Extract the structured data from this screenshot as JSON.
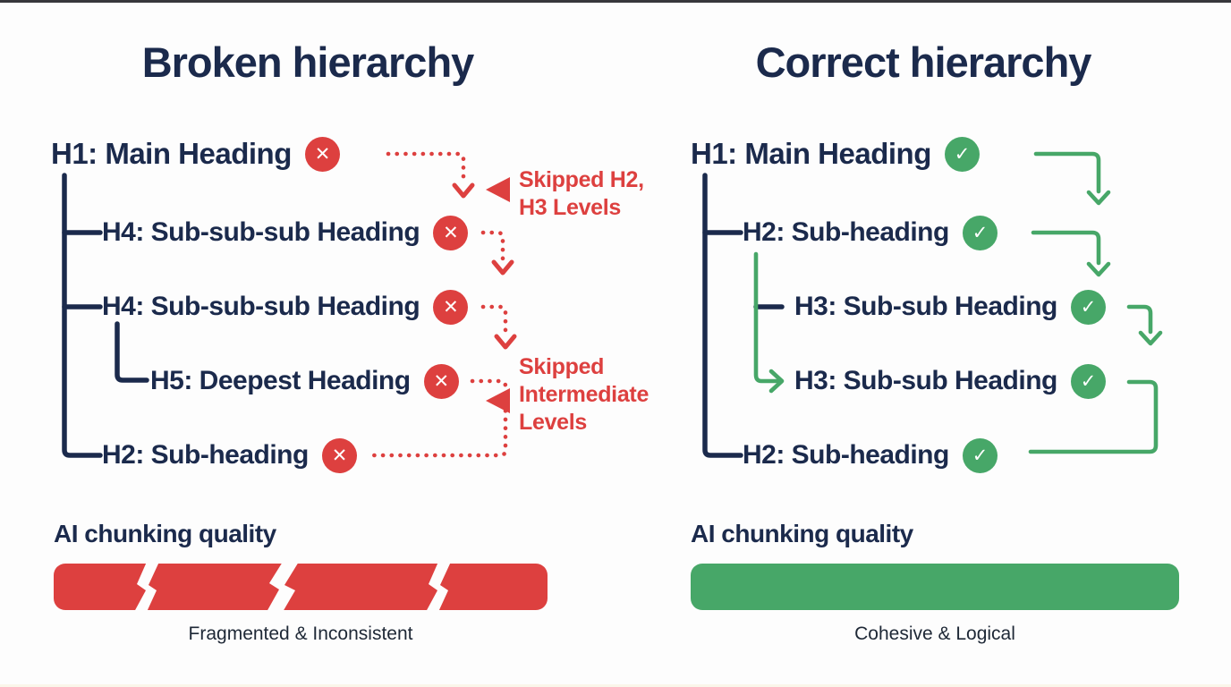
{
  "colors": {
    "navy": "#1b2a4c",
    "red": "#dd403f",
    "green": "#47a768",
    "caption": "#1e2836",
    "bg": "#fdfdfd"
  },
  "icons": {
    "cross": "✕",
    "check": "✓"
  },
  "left": {
    "title": "Broken hierarchy",
    "items": [
      {
        "label": "H1: Main Heading",
        "status": "error"
      },
      {
        "label": "H4: Sub-sub-sub Heading",
        "status": "error"
      },
      {
        "label": "H4: Sub-sub-sub Heading",
        "status": "error"
      },
      {
        "label": "H5: Deepest Heading",
        "status": "error"
      },
      {
        "label": "H2: Sub-heading",
        "status": "error"
      }
    ],
    "annotations": {
      "skip_top": "Skipped H2,\nH3 Levels",
      "skip_mid": "Skipped\nIntermediate\nLevels"
    },
    "quality": {
      "label": "AI chunking quality",
      "caption": "Fragmented & Inconsistent",
      "bar_style": "fragmented"
    }
  },
  "right": {
    "title": "Correct hierarchy",
    "items": [
      {
        "label": "H1: Main Heading",
        "status": "ok"
      },
      {
        "label": "H2: Sub-heading",
        "status": "ok"
      },
      {
        "label": "H3: Sub-sub Heading",
        "status": "ok"
      },
      {
        "label": "H3: Sub-sub Heading",
        "status": "ok"
      },
      {
        "label": "H2: Sub-heading",
        "status": "ok"
      }
    ],
    "quality": {
      "label": "AI chunking quality",
      "caption": "Cohesive & Logical",
      "bar_style": "solid"
    }
  }
}
